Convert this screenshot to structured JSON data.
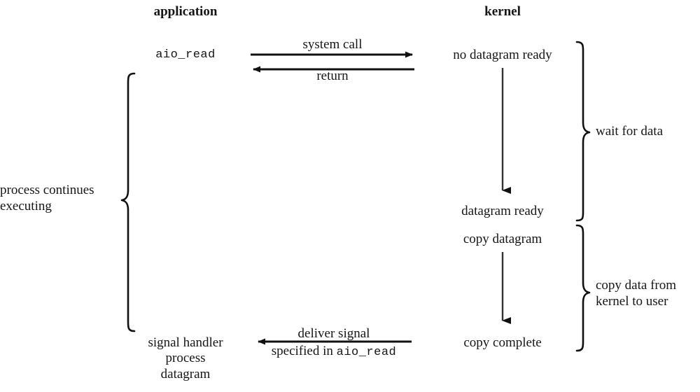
{
  "diagram": {
    "title_columns": {
      "application": "application",
      "kernel": "kernel"
    },
    "application_column": {
      "call_label": "aio_read",
      "brace_label_line1": "process continues",
      "brace_label_line2": "executing",
      "bottom_line1": "signal handler",
      "bottom_line2": "process",
      "bottom_line3": "datagram"
    },
    "kernel_column": {
      "step1": "no datagram ready",
      "step2": "datagram ready",
      "step3": "copy datagram",
      "step4": "copy complete"
    },
    "arrows": {
      "system_call": "system call",
      "return": "return",
      "deliver_line1": "deliver signal",
      "deliver_line2_prefix": "specified in ",
      "deliver_line2_mono": "aio_read"
    },
    "kernel_braces": {
      "wait_for_data": "wait for data",
      "copy_line1": "copy data from",
      "copy_line2": "kernel to user"
    },
    "colors": {
      "ink": "#161616",
      "background": "#ffffff"
    }
  }
}
